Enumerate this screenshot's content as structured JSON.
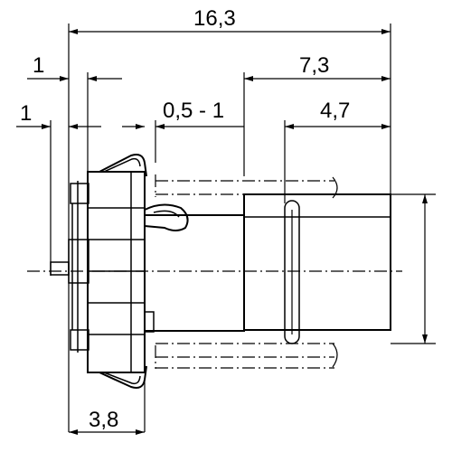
{
  "dimensions": {
    "overall_length": "16,3",
    "flange_offset": "1",
    "inner_offset": "1",
    "gap": "0,5 - 1",
    "body_length": "7,3",
    "tip_length": "4,7",
    "flange_width": "3,8"
  }
}
